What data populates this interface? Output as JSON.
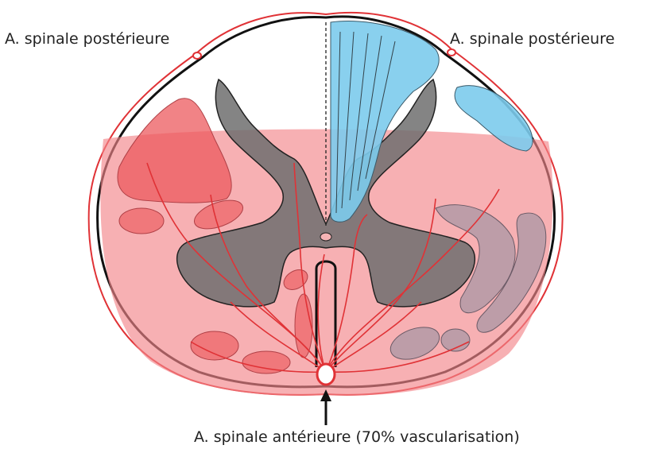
{
  "labels": {
    "posterior_left": "A. spinale postérieure",
    "posterior_right": "A. spinale postérieure",
    "anterior": "A. spinale antérieure (70% vascularisation)"
  },
  "colors": {
    "artery_red": "#e03236",
    "outline": "#111111",
    "grey_matter": "#707070",
    "anterior_territory": "#f3868a",
    "red_tract": "#f08a8e",
    "blue_tract": "#7ccbec",
    "purple_tract": "#b39aa6"
  }
}
